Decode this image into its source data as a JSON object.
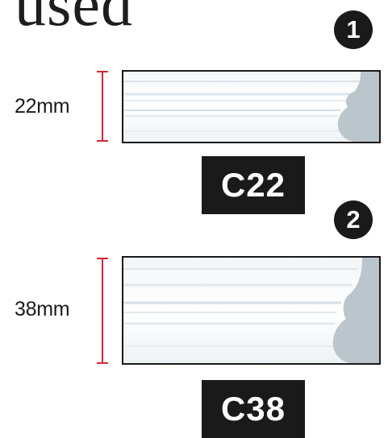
{
  "heading": "used",
  "items": [
    {
      "number": "1",
      "dimension": "22mm",
      "code": "C22"
    },
    {
      "number": "2",
      "dimension": "38mm",
      "code": "C38"
    }
  ],
  "colors": {
    "badge": "#1a1a1a",
    "dimension_line": "#d8262e",
    "profile_end": "#bac5cc",
    "code_box": "#1a1a1a"
  }
}
